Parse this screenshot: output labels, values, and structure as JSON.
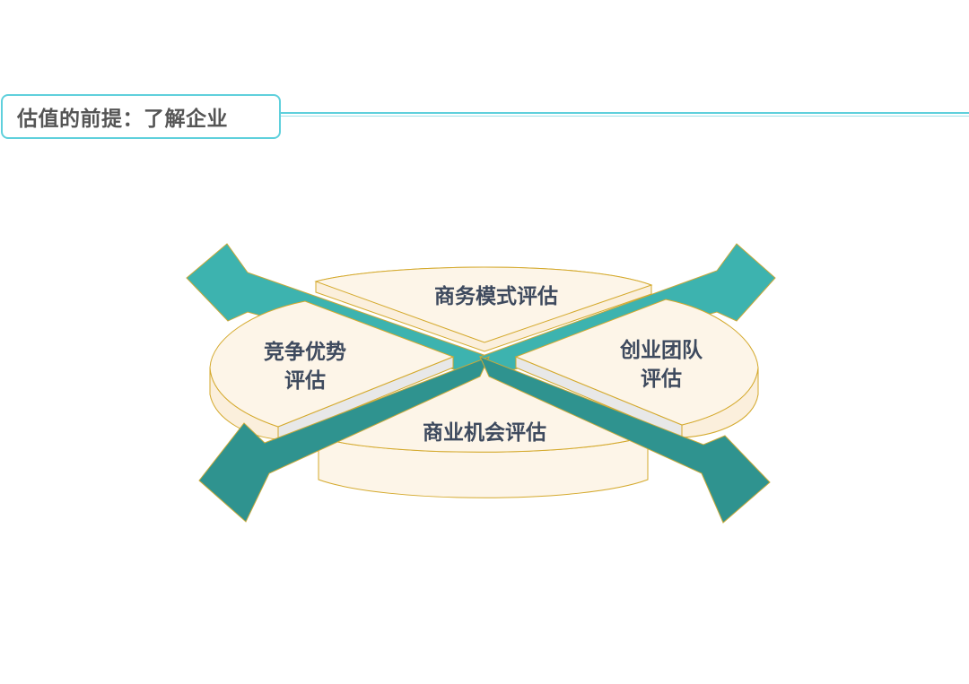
{
  "slide": {
    "title": "估值的前提：了解企业"
  },
  "diagram": {
    "segments": {
      "top": {
        "label": "商务模式评估"
      },
      "left": {
        "line1": "竞争优势",
        "line2": "评估"
      },
      "right": {
        "line1": "创业团队",
        "line2": "评估"
      },
      "bottom": {
        "label": "商业机会评估"
      }
    },
    "colors": {
      "segment_fill": "#fdf5e8",
      "segment_side": "#fbefdc",
      "segment_stroke": "#d4a92c",
      "arrow_light": "#3db3af",
      "arrow_dark": "#2f938f",
      "arrow_stroke": "#c7a93a",
      "accent_line": "#5fd0dc"
    }
  }
}
